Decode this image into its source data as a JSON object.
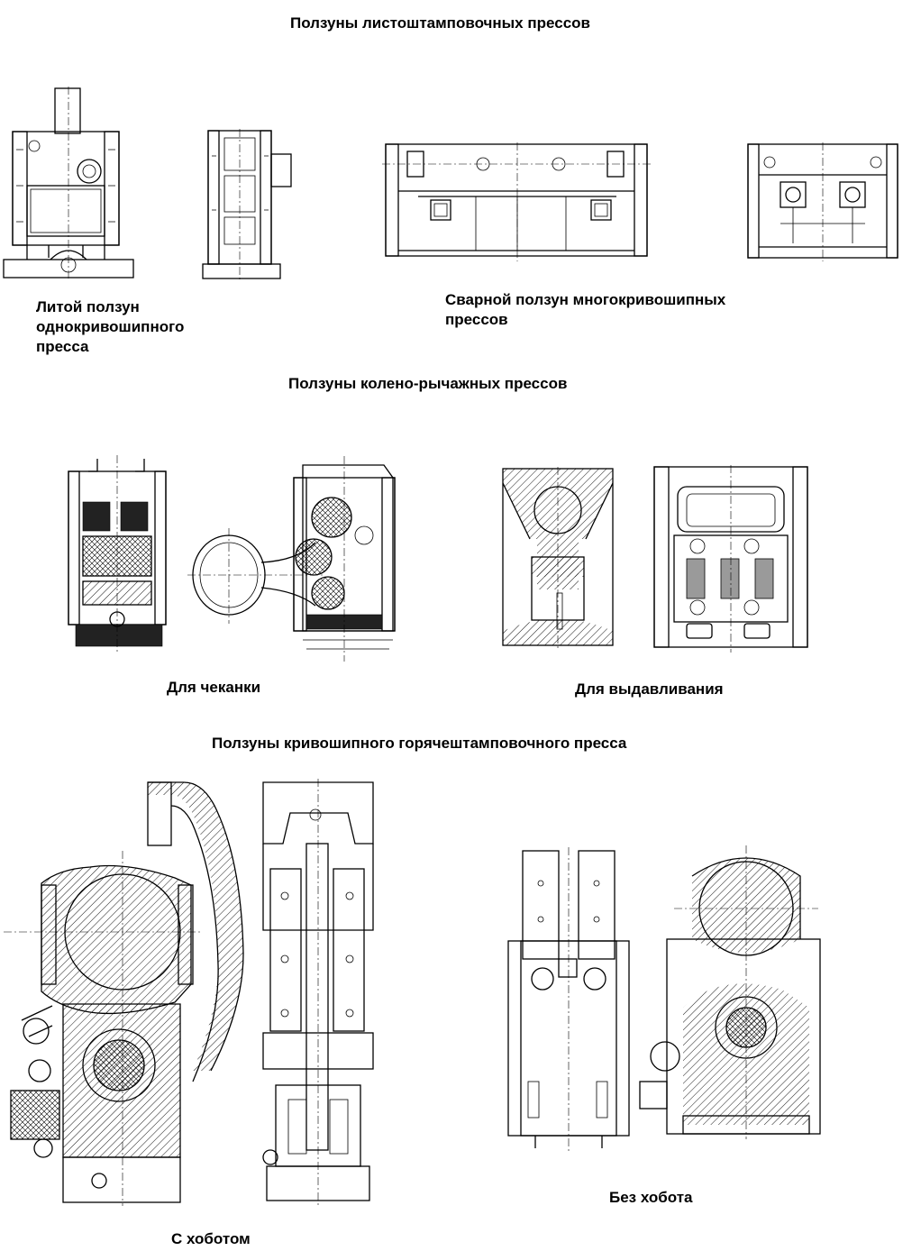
{
  "sections": {
    "sheet_metal": {
      "title": "Ползуны листоштамповочных прессов",
      "caption_cast": [
        "Литой ползун",
        "однокривошипного",
        "пресса"
      ],
      "caption_welded": [
        "Сварной ползун многокривошипных",
        "прессов"
      ]
    },
    "knuckle": {
      "title": "Ползуны колено-рычажных прессов",
      "caption_coining": "Для чеканки",
      "caption_extrusion": "Для выдавливания"
    },
    "hot_forging": {
      "title": "Ползуны кривошипного горячештамповочного пресса",
      "caption_with_trunk": "С хоботом",
      "caption_without_trunk": "Без хобота"
    }
  }
}
